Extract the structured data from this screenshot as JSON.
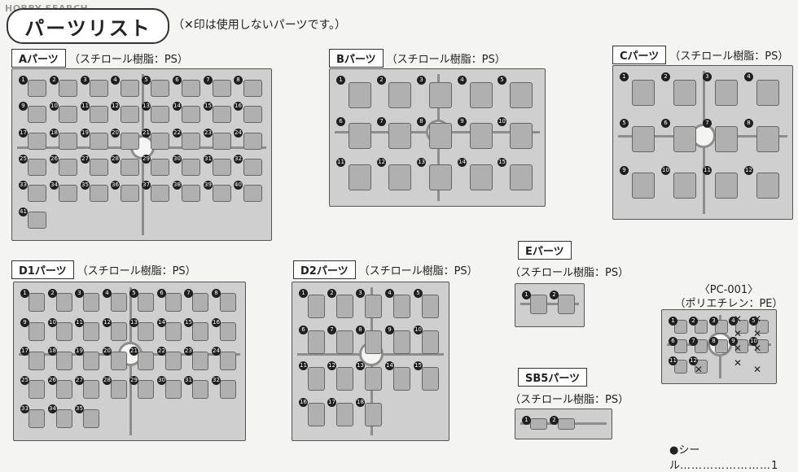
{
  "watermark": "HOBBY SEARCH",
  "title": "パーツリスト",
  "note": "（✕印は使用しないパーツです。）",
  "material_ps": "（スチロール樹脂：PS）",
  "sheets": [
    {
      "id": "A",
      "label": "Aパーツ"
    },
    {
      "id": "B",
      "label": "Bパーツ"
    },
    {
      "id": "C",
      "label": "Cパーツ"
    },
    {
      "id": "D1",
      "label": "D1パーツ"
    },
    {
      "id": "D2",
      "label": "D2パーツ"
    },
    {
      "id": "E",
      "label": "Eパーツ"
    },
    {
      "id": "SB5",
      "label": "SB5パーツ"
    }
  ],
  "pc": {
    "code": "〈PC-001〉",
    "material": "（ポリエチレン：PE）"
  },
  "seal": {
    "label": "●シール",
    "dots": "……………………",
    "count": "1"
  },
  "numbers": {
    "A": [
      "1",
      "2",
      "3",
      "4",
      "5",
      "6",
      "7",
      "8",
      "9",
      "10",
      "11",
      "12",
      "13",
      "14",
      "15",
      "16",
      "17",
      "18",
      "19",
      "20",
      "21",
      "22",
      "23",
      "24",
      "25",
      "26",
      "27",
      "28",
      "29",
      "30",
      "31",
      "32",
      "33",
      "34",
      "35",
      "36",
      "37",
      "38",
      "39",
      "40",
      "41"
    ],
    "B": [
      "1",
      "2",
      "3",
      "4",
      "5",
      "6",
      "7",
      "8",
      "9",
      "10",
      "11",
      "12",
      "13",
      "14",
      "15"
    ],
    "C": [
      "1",
      "2",
      "3",
      "4",
      "5",
      "6",
      "7",
      "8",
      "9",
      "10",
      "11",
      "12"
    ],
    "D1": [
      "1",
      "2",
      "3",
      "4",
      "5",
      "6",
      "7",
      "8",
      "9",
      "10",
      "11",
      "12",
      "13",
      "14",
      "15",
      "16",
      "17",
      "18",
      "19",
      "20",
      "21",
      "22",
      "23",
      "24",
      "25",
      "26",
      "27",
      "28",
      "29",
      "30",
      "31",
      "32",
      "33",
      "34",
      "35"
    ],
    "D2": [
      "1",
      "2",
      "3",
      "4",
      "5",
      "6",
      "7",
      "8",
      "9",
      "10",
      "11",
      "12",
      "13",
      "14",
      "15",
      "16",
      "17",
      "18"
    ],
    "E": [
      "1",
      "2"
    ],
    "SB5": [
      "1",
      "2"
    ],
    "PC": [
      "1",
      "2",
      "3",
      "4",
      "5",
      "6",
      "7",
      "8",
      "9",
      "10",
      "11",
      "12"
    ]
  }
}
